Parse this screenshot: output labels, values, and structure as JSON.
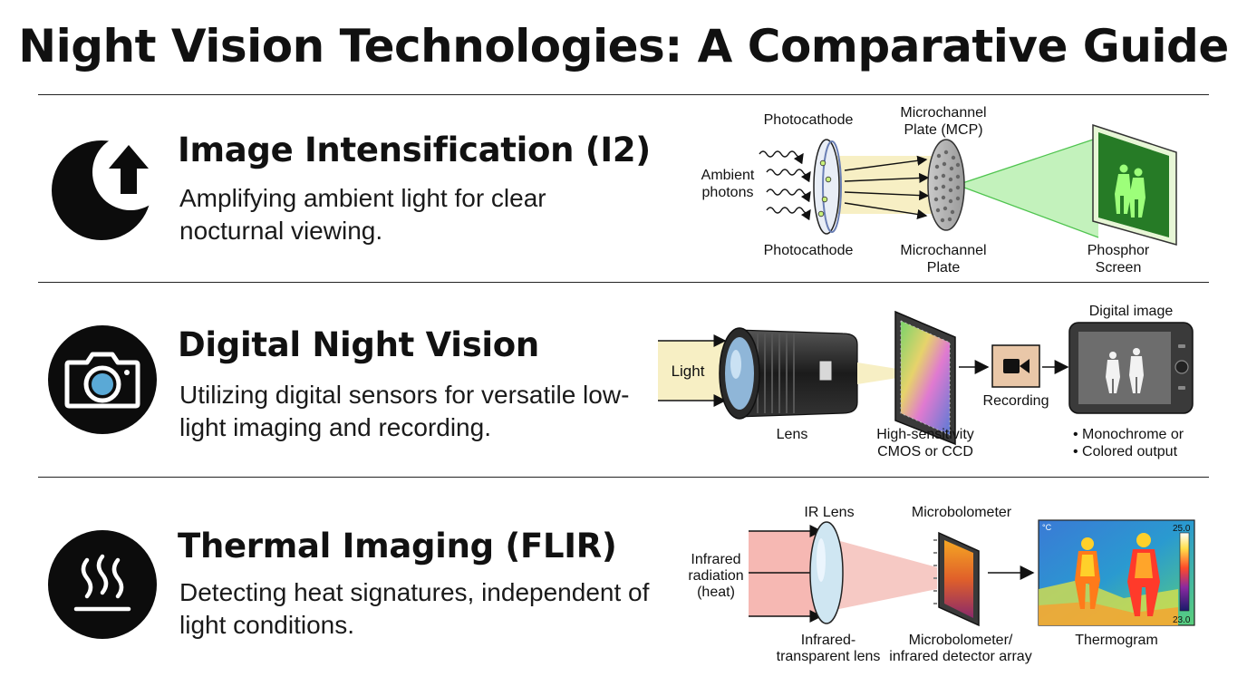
{
  "title": "Night Vision Technologies: A Comparative Guide",
  "sections": [
    {
      "title": "Image Intensification (I2)",
      "description": "Amplifying ambient light for clear nocturnal viewing.",
      "icon": "moon-arrow-up-icon",
      "diagram": {
        "label_photocathode_top": "Photocathode",
        "label_mcp_top_1": "Microchannel",
        "label_mcp_top_2": "Plate (MCP)",
        "label_ambient_1": "Ambient",
        "label_ambient_2": "photons",
        "label_photocathode_bottom": "Photocathode",
        "label_mcp_bottom_1": "Microchannel",
        "label_mcp_bottom_2": "Plate",
        "label_phosphor_1": "Phosphor",
        "label_phosphor_2": "Screen"
      }
    },
    {
      "title": "Digital Night Vision",
      "description": "Utilizing digital sensors for versatile low-light imaging and recording.",
      "icon": "camera-icon",
      "diagram": {
        "label_light": "Light",
        "label_lens": "Lens",
        "label_sensor_1": "High-sensitivity",
        "label_sensor_2": "CMOS or CCD",
        "label_recording": "Recording",
        "label_digital_image": "Digital image",
        "bullet_1": "• Monochrome or",
        "bullet_2": "• Colored output"
      }
    },
    {
      "title": "Thermal Imaging (FLIR)",
      "description": "Detecting heat signatures, independent of light conditions.",
      "icon": "heat-waves-icon",
      "diagram": {
        "label_ir_lens": "IR Lens",
        "label_microbolometer": "Microbolometer",
        "label_infrared_1": "Infrared",
        "label_infrared_2": "radiation",
        "label_infrared_3": "(heat)",
        "label_lens_bottom_1": "Infrared-",
        "label_lens_bottom_2": "transparent lens",
        "label_detector_1": "Microbolometer/",
        "label_detector_2": "infrared detector array",
        "label_thermogram": "Thermogram",
        "scale_unit": "°C",
        "scale_max": "25.0",
        "scale_min": "23.0"
      }
    }
  ],
  "colors": {
    "accent_green": "#5fd35f",
    "light_beam_yellow": "#f7efc4",
    "infrared_pink": "#f6b8b3",
    "icon_black": "#0c0c0c",
    "camera_lens_blue": "#5aa9d6"
  }
}
